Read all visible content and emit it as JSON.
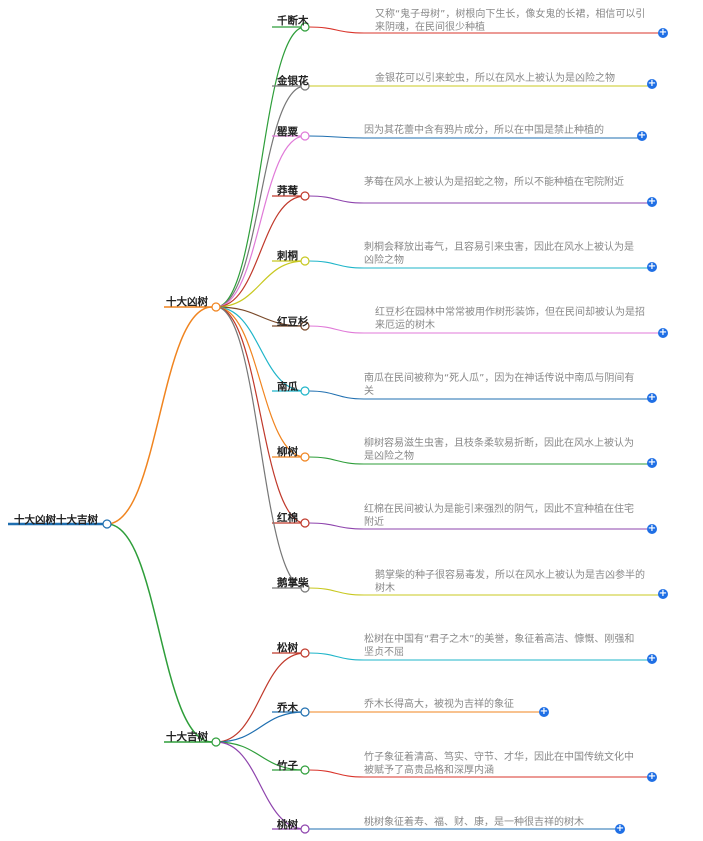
{
  "root": {
    "label": "十大凶树十大吉树"
  },
  "branches": [
    {
      "label": "十大凶树",
      "items": [
        {
          "name": "千断木",
          "desc": "又称“鬼子母树”，树根向下生长，像女鬼的长裙，相信可以引来阴魂，在民间很少种植"
        },
        {
          "name": "金银花",
          "desc": "金银花可以引来蛇虫，所以在风水上被认为是凶险之物"
        },
        {
          "name": "罂粟",
          "desc": "因为其花蕾中含有鸦片成分，所以在中国是禁止种植的"
        },
        {
          "name": "莽莓",
          "desc": "茅莓在风水上被认为是招蛇之物，所以不能种植在宅院附近"
        },
        {
          "name": "刺桐",
          "desc": "刺桐会释放出毒气，且容易引来虫害，因此在风水上被认为是凶险之物"
        },
        {
          "name": "红豆杉",
          "desc": "红豆杉在园林中常常被用作树形装饰，但在民间却被认为是招来厄运的树木"
        },
        {
          "name": "南瓜",
          "desc": "南瓜在民间被称为“死人瓜”，因为在神话传说中南瓜与阴间有关"
        },
        {
          "name": "柳树",
          "desc": "柳树容易滋生虫害，且枝条柔软易折断，因此在风水上被认为是凶险之物"
        },
        {
          "name": "红棉",
          "desc": "红棉在民间被认为是能引来强烈的阴气，因此不宜种植在住宅附近"
        },
        {
          "name": "鹅掌柴",
          "desc": "鹅掌柴的种子很容易毒发，所以在风水上被认为是吉凶参半的树木"
        }
      ]
    },
    {
      "label": "十大吉树",
      "items": [
        {
          "name": "松树",
          "desc": "松树在中国有“君子之木”的美誉，象征着高洁、慷慨、刚强和坚贞不屈"
        },
        {
          "name": "乔木",
          "desc": "乔木长得高大，被视为吉祥的象征"
        },
        {
          "name": "竹子",
          "desc": "竹子象征着清高、笃实、守节、才华，因此在中国传统文化中被赋予了高贵品格和深厚内涵"
        },
        {
          "name": "桃树",
          "desc": "桃树象征着寿、福、财、康，是一种很吉祥的树木"
        }
      ]
    }
  ],
  "colors": {
    "root_underline": "#1f6fb0",
    "branch_bad": "#f0841f",
    "branch_good": "#2e9e3a",
    "plus": "#1f6fe5"
  },
  "expand_icon": "plus-circle-icon"
}
